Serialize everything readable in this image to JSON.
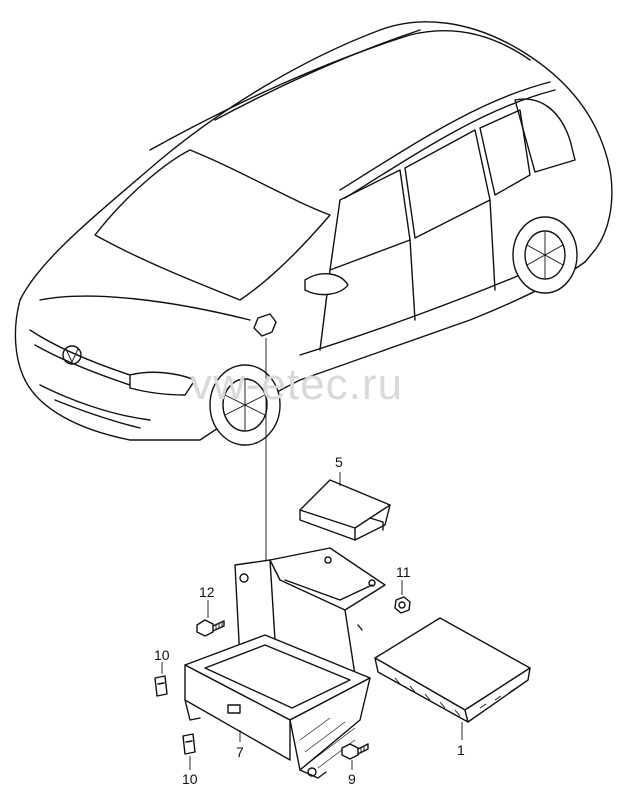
{
  "watermark": "vw-etec.ru",
  "callouts": {
    "c1": "1",
    "c5": "5",
    "c7": "7",
    "c9": "9",
    "c10_top": "10",
    "c10_bottom": "10",
    "c11": "11",
    "c12": "12"
  }
}
